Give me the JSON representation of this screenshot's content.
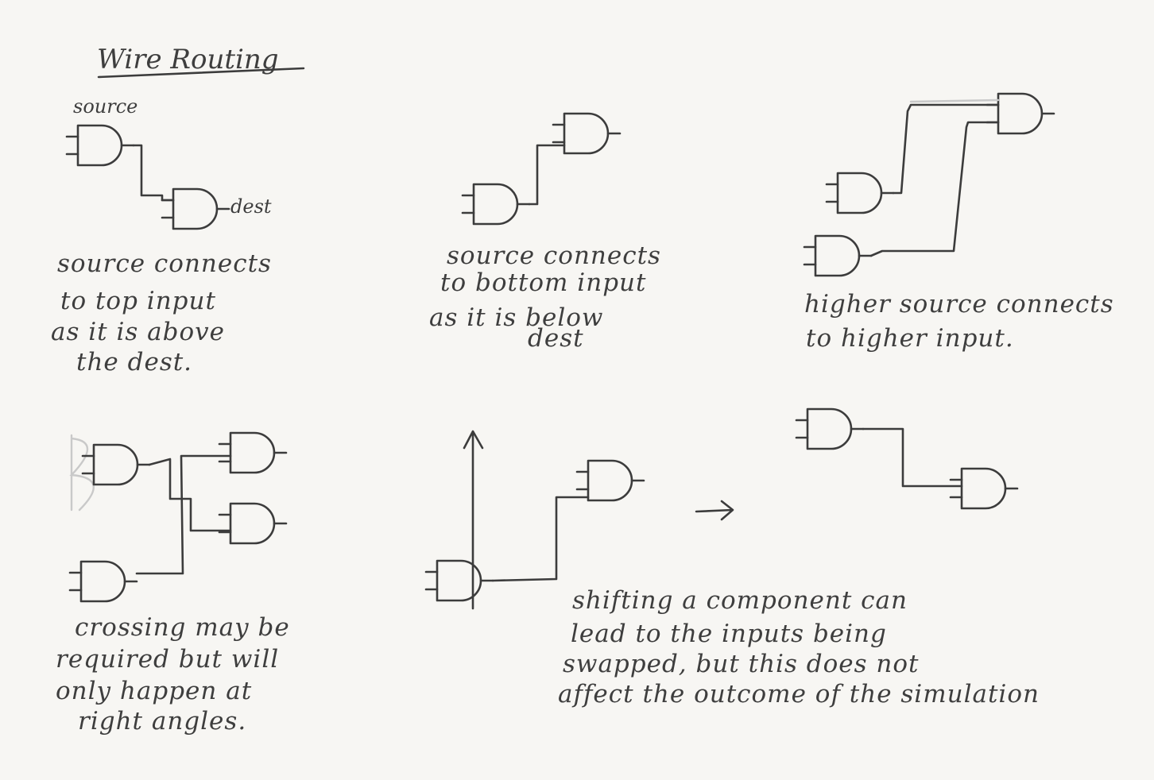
{
  "title": "Wire Routing",
  "labels": {
    "source": "source",
    "dest": "dest"
  },
  "notes": {
    "top_input": [
      "source connects",
      "to top input",
      "as it is above",
      "the dest."
    ],
    "bottom_input": [
      "source connects",
      "to bottom input",
      "as it is below",
      "dest"
    ],
    "higher_input": [
      "higher source connects",
      "to higher input."
    ],
    "crossing": [
      "crossing may be",
      "required but will",
      "only happen at",
      "right angles."
    ],
    "shifting": [
      "shifting a component can",
      "lead to the inputs being",
      "swapped, but this does not",
      "affect the outcome of the simulation"
    ]
  },
  "colors": {
    "paper": "#f7f6f3",
    "ink": "#3c3c3c",
    "faint": "#c9c9c9"
  }
}
